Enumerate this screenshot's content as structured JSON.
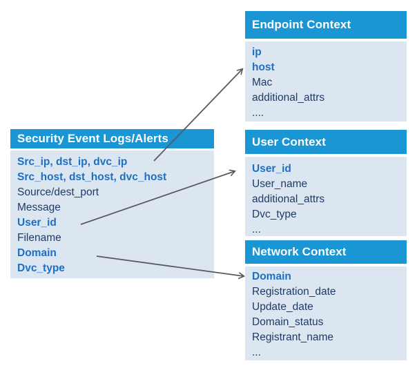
{
  "colors": {
    "header_blue": "#1a96d5",
    "panel_blue": "#dce6f1",
    "emphasis_text_blue": "#1e6fc0",
    "body_text_navy": "#203a66",
    "arrow_gray": "#595959"
  },
  "source_table": {
    "title": "Security Event Logs/Alerts",
    "fields": [
      {
        "label": "Src_ip, dst_ip, dvc_ip",
        "emphasis": true
      },
      {
        "label": "Src_host, dst_host, dvc_host",
        "emphasis": true
      },
      {
        "label": "Source/dest_port",
        "emphasis": false
      },
      {
        "label": "Message",
        "emphasis": false
      },
      {
        "label": "User_id",
        "emphasis": true
      },
      {
        "label": "Filename",
        "emphasis": false
      },
      {
        "label": "Domain",
        "emphasis": true
      },
      {
        "label": "Dvc_type",
        "emphasis": true
      }
    ]
  },
  "context_tables": [
    {
      "title": "Endpoint Context",
      "fields": [
        {
          "label": "ip",
          "emphasis": true
        },
        {
          "label": "host",
          "emphasis": true
        },
        {
          "label": "Mac",
          "emphasis": false
        },
        {
          "label": "additional_attrs",
          "emphasis": false
        },
        {
          "label": "....",
          "emphasis": false
        }
      ]
    },
    {
      "title": "User Context",
      "fields": [
        {
          "label": "User_id",
          "emphasis": true
        },
        {
          "label": "User_name",
          "emphasis": false
        },
        {
          "label": "additional_attrs",
          "emphasis": false
        },
        {
          "label": "Dvc_type",
          "emphasis": false
        },
        {
          "label": "...",
          "emphasis": false
        }
      ]
    },
    {
      "title": "Network Context",
      "fields": [
        {
          "label": "Domain",
          "emphasis": true
        },
        {
          "label": "Registration_date",
          "emphasis": false
        },
        {
          "label": "Update_date",
          "emphasis": false
        },
        {
          "label": "Domain_status",
          "emphasis": false
        },
        {
          "label": "Registrant_name",
          "emphasis": false
        },
        {
          "label": "...",
          "emphasis": false
        }
      ]
    }
  ],
  "arrows": [
    {
      "from": "Src_ip, dst_ip, dvc_ip",
      "to": "Endpoint Context"
    },
    {
      "from": "User_id",
      "to": "User Context"
    },
    {
      "from": "Domain",
      "to": "Network Context"
    }
  ]
}
